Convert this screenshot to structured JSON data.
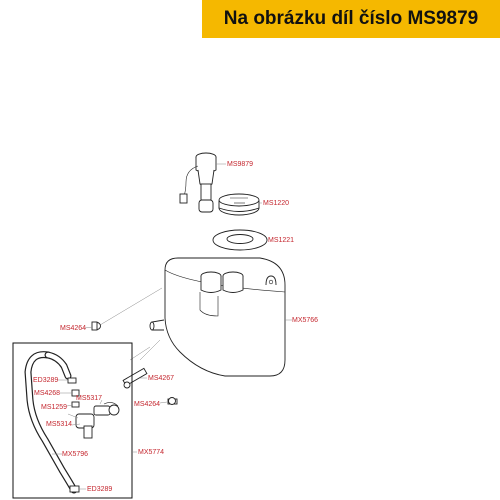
{
  "banner": {
    "text": "Na obrázku díl číslo MS9879",
    "bg": "#f5b800"
  },
  "label_color": "#c4262e",
  "parts": {
    "ms9879": "MS9879",
    "ms1220": "MS1220",
    "ms1221": "MS1221",
    "mx5766": "MX5766",
    "ms4264a": "MS4264",
    "ms4267": "MS4267",
    "ms4264b": "MS4264",
    "mx5774": "MX5774",
    "ed3289a": "ED3289",
    "ms4268": "MS4268",
    "ms5317": "MS5317",
    "ms1259": "MS1259",
    "ms5314": "MS5314",
    "mx5796": "MX5796",
    "ed3289b": "ED3289"
  }
}
